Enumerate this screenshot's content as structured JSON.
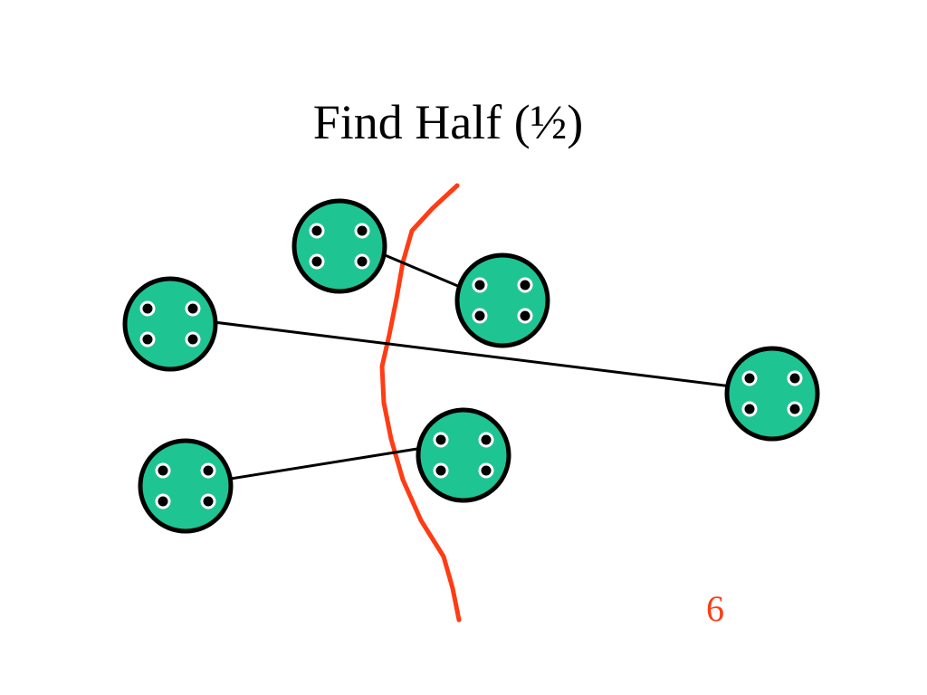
{
  "slide": {
    "title": "Find Half (½)",
    "page_number": "6"
  },
  "colors": {
    "background": "#ffffff",
    "node_fill": "#1fc493",
    "node_stroke": "#000000",
    "dot_fill": "#000000",
    "dot_ring": "#ffffff",
    "edge": "#000000",
    "divider": "#ff3c14",
    "page_number": "#ff3c14"
  },
  "graph": {
    "nodes": [
      {
        "id": "a"
      },
      {
        "id": "b"
      },
      {
        "id": "c"
      },
      {
        "id": "d"
      },
      {
        "id": "e"
      },
      {
        "id": "f"
      }
    ],
    "edges": [
      {
        "from": "a",
        "to": "b"
      },
      {
        "from": "c",
        "to": "d"
      },
      {
        "from": "f",
        "to": "e"
      }
    ],
    "icons": {
      "node": "node-with-four-dots-icon",
      "divider": "partition-curve"
    }
  }
}
